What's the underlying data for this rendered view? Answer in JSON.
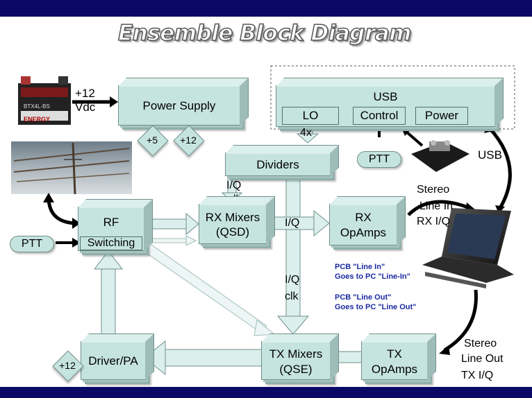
{
  "title": "Ensemble Block Diagram",
  "battery": {
    "brand": "ENERGY",
    "model": "BTX4L-BS"
  },
  "supply_in": {
    "line1": "+12",
    "line2": "Vdc"
  },
  "power_supply": {
    "label": "Power Supply",
    "outputs": [
      "+5",
      "+12"
    ]
  },
  "usb": {
    "label": "USB",
    "lo": "LO",
    "control": "Control",
    "power": "Power",
    "mult": "4x",
    "link": "USB"
  },
  "ptt_top": "PTT",
  "ptt_left": "PTT",
  "dividers": "Dividers",
  "iq_clk_1": {
    "line1": "I/Q",
    "line2": "clk"
  },
  "iq_clk_2": {
    "line1": "I/Q",
    "line2": "clk"
  },
  "rf": {
    "label": "RF",
    "switching": "Switching"
  },
  "rx_mixers": {
    "line1": "RX Mixers",
    "line2": "(QSD)"
  },
  "iq": "I/Q",
  "rx_opamps": {
    "line1": "RX",
    "line2": "OpAmps"
  },
  "stereo_in": {
    "line1": "Stereo",
    "line2": "Line In",
    "line3": "RX I/Q"
  },
  "notes": {
    "in1": "PCB \"Line In\"",
    "in2": "Goes to PC \"Line-In\"",
    "out1": "PCB \"Line Out\"",
    "out2": "Goes to PC \"Line Out\""
  },
  "tx_mixers": {
    "line1": "TX Mixers",
    "line2": "(QSE)"
  },
  "tx_opamps": {
    "line1": "TX",
    "line2": "OpAmps"
  },
  "driver_pa": "Driver/PA",
  "driver_supply": "+12",
  "stereo_out": {
    "line1": "Stereo",
    "line2": "Line Out",
    "line3": "TX I/Q"
  },
  "colors": {
    "band": "#0a0a66",
    "box": "#c6e4df",
    "note": "#1a2aa0"
  }
}
